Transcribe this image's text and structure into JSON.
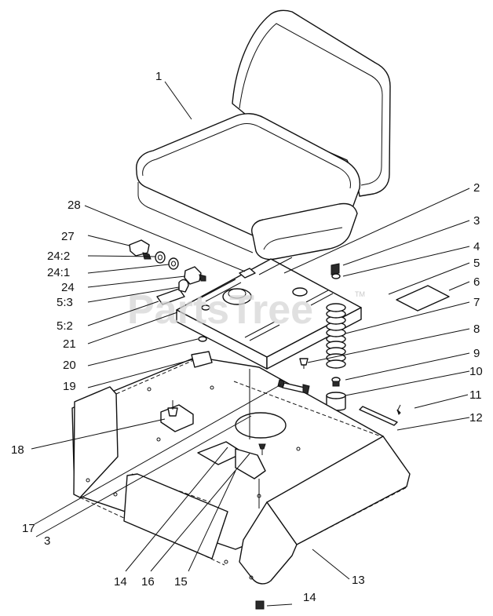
{
  "watermark": {
    "text": "PartsTree",
    "mark": "TM"
  },
  "callouts": [
    {
      "label": "1",
      "id": "seat"
    },
    {
      "label": "2",
      "id": "seat-pivot-pin"
    },
    {
      "label": "3",
      "id": "locknut-upper"
    },
    {
      "label": "4",
      "id": "washer-upper"
    },
    {
      "label": "5",
      "id": "decal-right"
    },
    {
      "label": "6",
      "id": "decal-pad"
    },
    {
      "label": "7",
      "id": "spring-top"
    },
    {
      "label": "8",
      "id": "spring"
    },
    {
      "label": "9",
      "id": "spring-seat"
    },
    {
      "label": "10",
      "id": "bumper"
    },
    {
      "label": "11",
      "id": "strap-pin"
    },
    {
      "label": "12",
      "id": "strap"
    },
    {
      "label": "13",
      "id": "fender-edge"
    },
    {
      "label": "14",
      "id": "nut-lower"
    },
    {
      "label": "15",
      "id": "fender-plate"
    },
    {
      "label": "16",
      "id": "hinge-bracket"
    },
    {
      "label": "17",
      "id": "cap-screw"
    },
    {
      "label": "18",
      "id": "hinge-left"
    },
    {
      "label": "19",
      "id": "switch-bracket"
    },
    {
      "label": "20",
      "id": "washer-lower"
    },
    {
      "label": "21",
      "id": "seat-pan"
    },
    {
      "label": "5:2",
      "id": "decal-left"
    },
    {
      "label": "5:3",
      "id": "decal-small"
    },
    {
      "label": "24",
      "id": "seat-switch"
    },
    {
      "label": "24:1",
      "id": "switch-nut"
    },
    {
      "label": "24:2",
      "id": "switch-washer"
    },
    {
      "label": "27",
      "id": "wire-connector"
    },
    {
      "label": "28",
      "id": "mount-plate"
    },
    {
      "label": "3",
      "id": "locknut-lower"
    },
    {
      "label": "14",
      "id": "nut-bottom"
    }
  ]
}
